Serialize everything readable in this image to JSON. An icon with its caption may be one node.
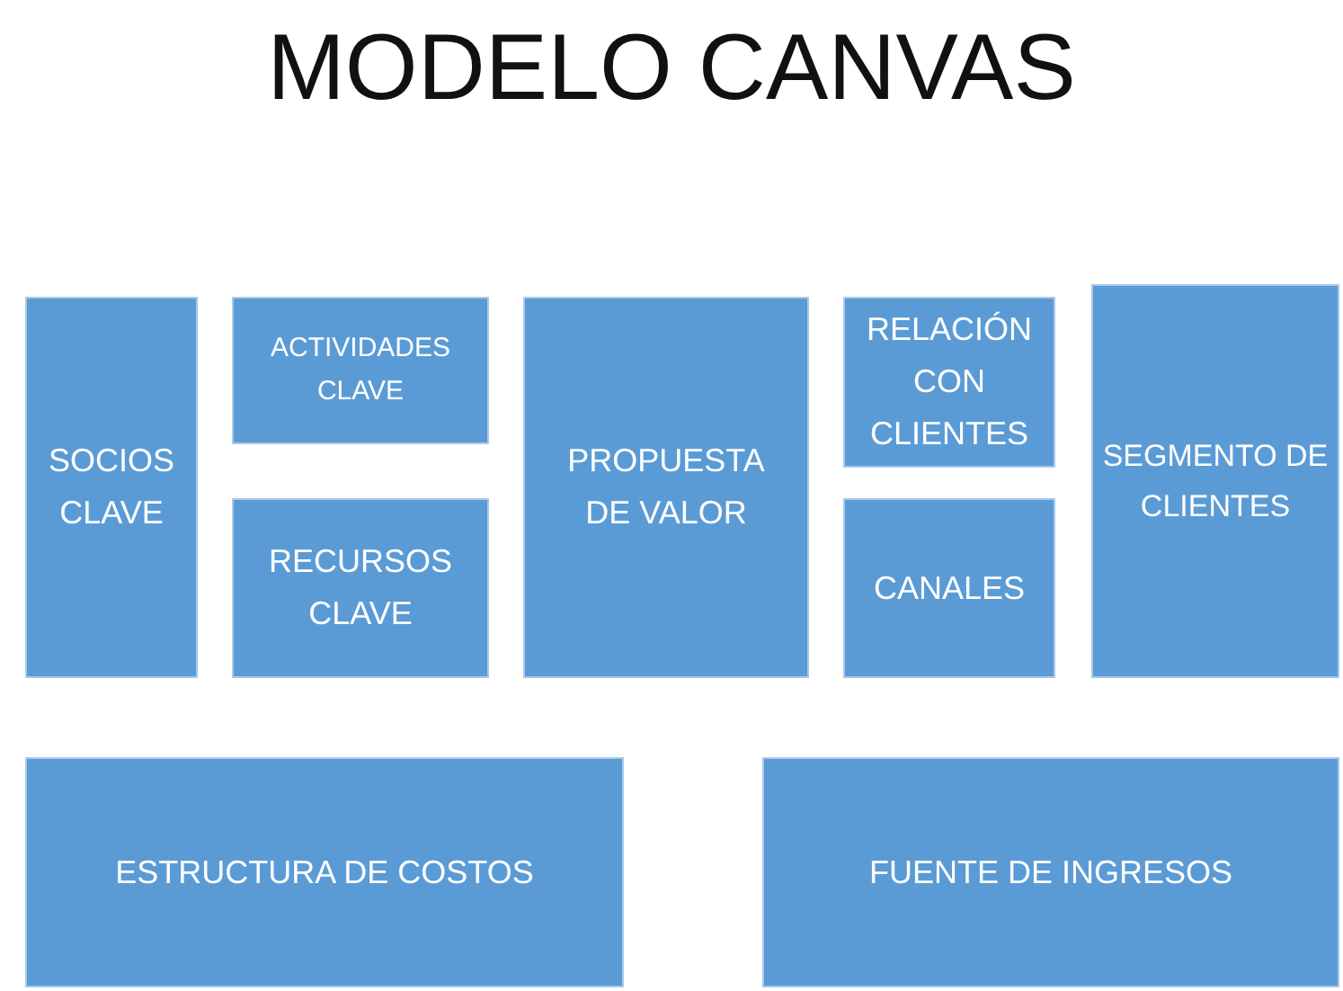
{
  "diagram": {
    "title": "MODELO CANVAS",
    "nodes": [
      {
        "text": [
          "SOCIOS CLAVE"
        ]
      },
      {
        "text": [
          "ACTIVIDADES CLAVE"
        ]
      },
      {
        "text": [
          "RECURSOS CLAVE"
        ]
      },
      {
        "text": [
          "PROPUESTA DE VALOR"
        ]
      },
      {
        "text": [
          "RELACIÓN CON CLIENTES"
        ]
      },
      {
        "text": [
          "CANALES"
        ]
      },
      {
        "text": [
          "SEGMENTO DE CLIENTES"
        ]
      },
      {
        "text": [
          "ESTRUCTURA DE COSTOS"
        ]
      },
      {
        "text": [
          "FUENTE DE INGRESOS"
        ]
      }
    ]
  }
}
